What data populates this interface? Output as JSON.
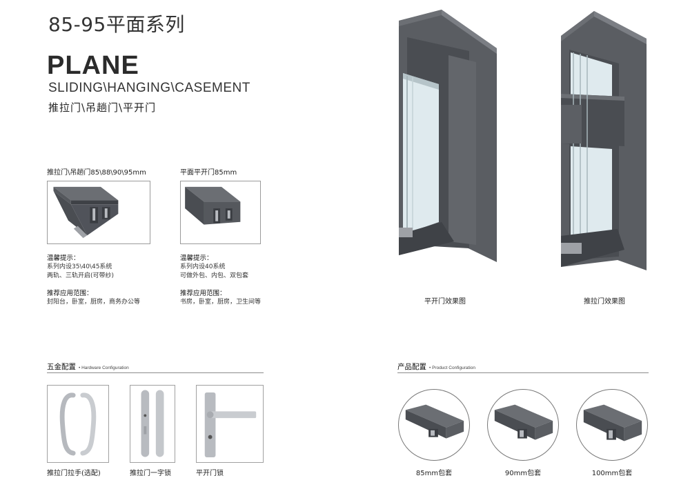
{
  "header": {
    "series_title": "85-95平面系列",
    "brand": "PLANE",
    "subtitle": "SLIDING\\HANGING\\CASEMENT",
    "subtitle_cn": "推拉门\\吊趟门\\平开门"
  },
  "profiles": [
    {
      "label": "推拉门\\吊趟门85\\88\\90\\95mm",
      "tip_head": "温馨提示：",
      "tip_lines": [
        "系列内设35\\40\\45系统",
        "两轨、三轨开启(可带纱)"
      ],
      "scope_head": "推荐应用范围：",
      "scope": "封阳台，卧室，厨房，商务办公等"
    },
    {
      "label": "平面平开门85mm",
      "tip_head": "温馨提示：",
      "tip_lines": [
        "系列内设40系统",
        "可做外包、内包、双包套"
      ],
      "scope_head": "推荐应用范围：",
      "scope": "书房，卧室，厨房，卫生间等"
    }
  ],
  "renders": [
    {
      "caption": "平开门效果图",
      "icon": "casement-door-render"
    },
    {
      "caption": "推拉门效果图",
      "icon": "sliding-door-render"
    }
  ],
  "hardware": {
    "title_cn": "五金配置",
    "title_en": "• Hardware Configuration",
    "items": [
      {
        "caption": "推拉门拉手(选配)",
        "icon": "pull-handle-icon"
      },
      {
        "caption": "推拉门一字锁",
        "icon": "sliding-lock-icon"
      },
      {
        "caption": "平开门锁",
        "icon": "lever-lock-icon"
      }
    ]
  },
  "product": {
    "title_cn": "产品配置",
    "title_en": "• Product Configuration",
    "items": [
      {
        "caption": "85mm包套"
      },
      {
        "caption": "90mm包套"
      },
      {
        "caption": "100mm包套"
      }
    ]
  },
  "colors": {
    "aluminum_dark": "#4a4d52",
    "aluminum_mid": "#5c5f64",
    "aluminum_light": "#7d8086",
    "glass": "#dde9ee",
    "line": "#8a8a8a"
  }
}
